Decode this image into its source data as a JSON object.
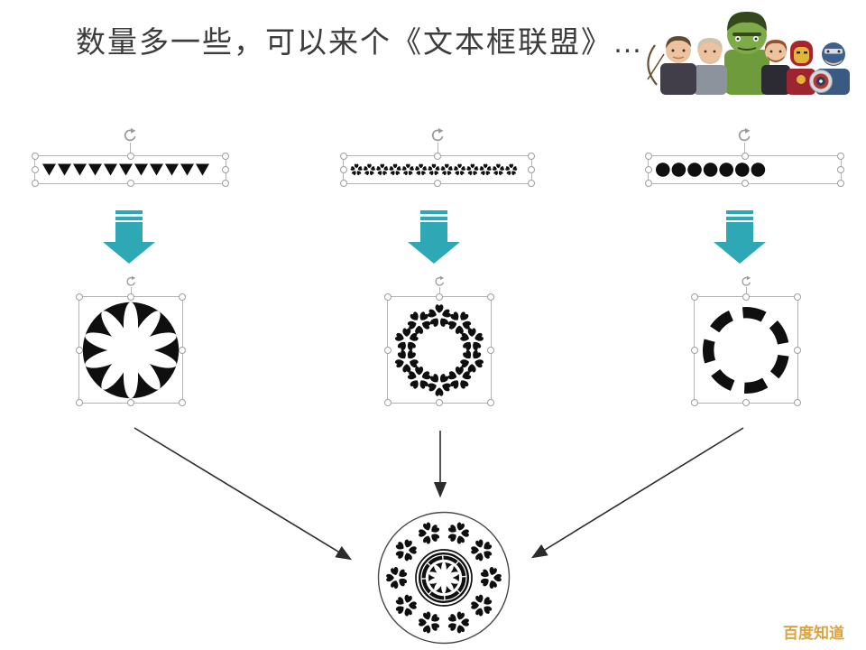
{
  "slide": {
    "title": "数量多一些，可以来个《文本框联盟》…",
    "watermark": "百度知道"
  },
  "colors": {
    "title_text": "#3C3C3C",
    "symbol_ink": "#0F0F0F",
    "teal_arrow": "#2EA8B4",
    "connector": "#2B2B2B",
    "selection_border": "#B5B5B5",
    "handle_stroke": "#9E9E9E",
    "rotate_handle": "#9A9A9A",
    "final_outline": "#4A4A4A",
    "watermark": "#DEA33E"
  },
  "textboxes": [
    {
      "label": "triangle-symbols-textbox",
      "symbol": "triangle",
      "glyph": "▼",
      "count": 11
    },
    {
      "label": "florette-symbols-textbox",
      "symbol": "florette",
      "glyph": "✽",
      "count": 13
    },
    {
      "label": "dot-symbols-textbox",
      "symbol": "dot",
      "glyph": "●",
      "count": 7
    }
  ],
  "rings": [
    {
      "label": "triangle-circle-pattern",
      "white_petals": 10
    },
    {
      "label": "florette-wreath-pattern",
      "florettes": 10
    },
    {
      "label": "dot-circle-pattern",
      "dashes": 7
    }
  ],
  "final_pattern": {
    "wreath_florettes": 10,
    "inner_star_petals": 10,
    "concentric_rings": 3
  }
}
